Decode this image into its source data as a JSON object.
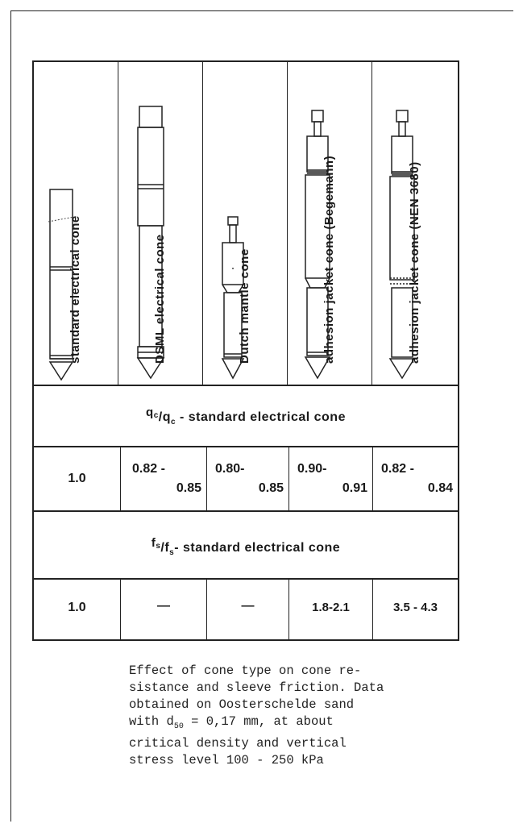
{
  "cones": [
    {
      "label": "standard electrical cone"
    },
    {
      "label": "DSML electrical cone"
    },
    {
      "label": "Dutch mantle cone"
    },
    {
      "label": "adhesion jacket cone (Begemann)"
    },
    {
      "label": "adhesion jacket cone (NEN 3680)"
    }
  ],
  "qc_header": {
    "symbol_top": "q",
    "symbol_top_sub": "c",
    "slash": "/",
    "symbol_bottom": "q",
    "symbol_bottom_sub": "c",
    "text": " - standard electrical cone"
  },
  "qc_values": [
    {
      "line1": "1.0",
      "line2": ""
    },
    {
      "line1": "0.82 -",
      "line2": "0.85"
    },
    {
      "line1": "0.80-",
      "line2": "0.85"
    },
    {
      "line1": "0.90-",
      "line2": "0.91"
    },
    {
      "line1": "0.82 -",
      "line2": "0.84"
    }
  ],
  "fs_header": {
    "symbol_top": "f",
    "symbol_top_sub": "s",
    "slash": "/",
    "symbol_bottom": "f",
    "symbol_bottom_sub": "s",
    "text": "- standard electrical cone"
  },
  "fs_values": [
    "1.0",
    "—",
    "—",
    "1.8-2.1",
    "3.5 - 4.3"
  ],
  "caption": {
    "line1": "Effect of cone type on cone re-",
    "line2": "sistance and sleeve friction. Data",
    "line3": "obtained on Oosterschelde sand",
    "line4_pre": "with d",
    "line4_sub": "50",
    "line4_post": " = 0,17 mm, at about",
    "line5": "critical density and vertical",
    "line6": "stress level 100 - 250 kPa"
  }
}
